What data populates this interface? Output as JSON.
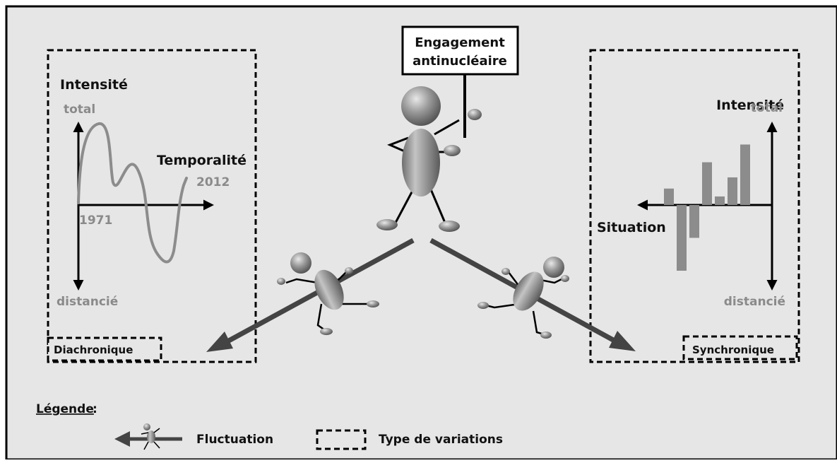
{
  "colors": {
    "background": "#e6e6e6",
    "frame": "#000000",
    "curve": "#8c8c8c",
    "bars": "#8c8c8c",
    "arrow": "#444444",
    "figure": "#8a8a8a"
  },
  "center": {
    "sign_line1": "Engagement",
    "sign_line2": "antinucléaire"
  },
  "left_panel": {
    "y_title": "Intensité",
    "y_top": "total",
    "y_bottom": "distancié",
    "x_title": "Temporalité",
    "x_start": "1971",
    "x_end": "2012",
    "type_label": "Diachronique"
  },
  "right_panel": {
    "y_title": "Intensité",
    "y_top": "total",
    "y_bottom": "distancié",
    "x_title": "Situation",
    "type_label": "Synchronique",
    "bar_values": [
      0.25,
      -1.0,
      -0.5,
      0.65,
      0.13,
      0.42,
      0.92
    ]
  },
  "legend": {
    "title": "Légende",
    "colon": ":",
    "fluctuation": "Fluctuation",
    "variations": "Type de variations"
  }
}
